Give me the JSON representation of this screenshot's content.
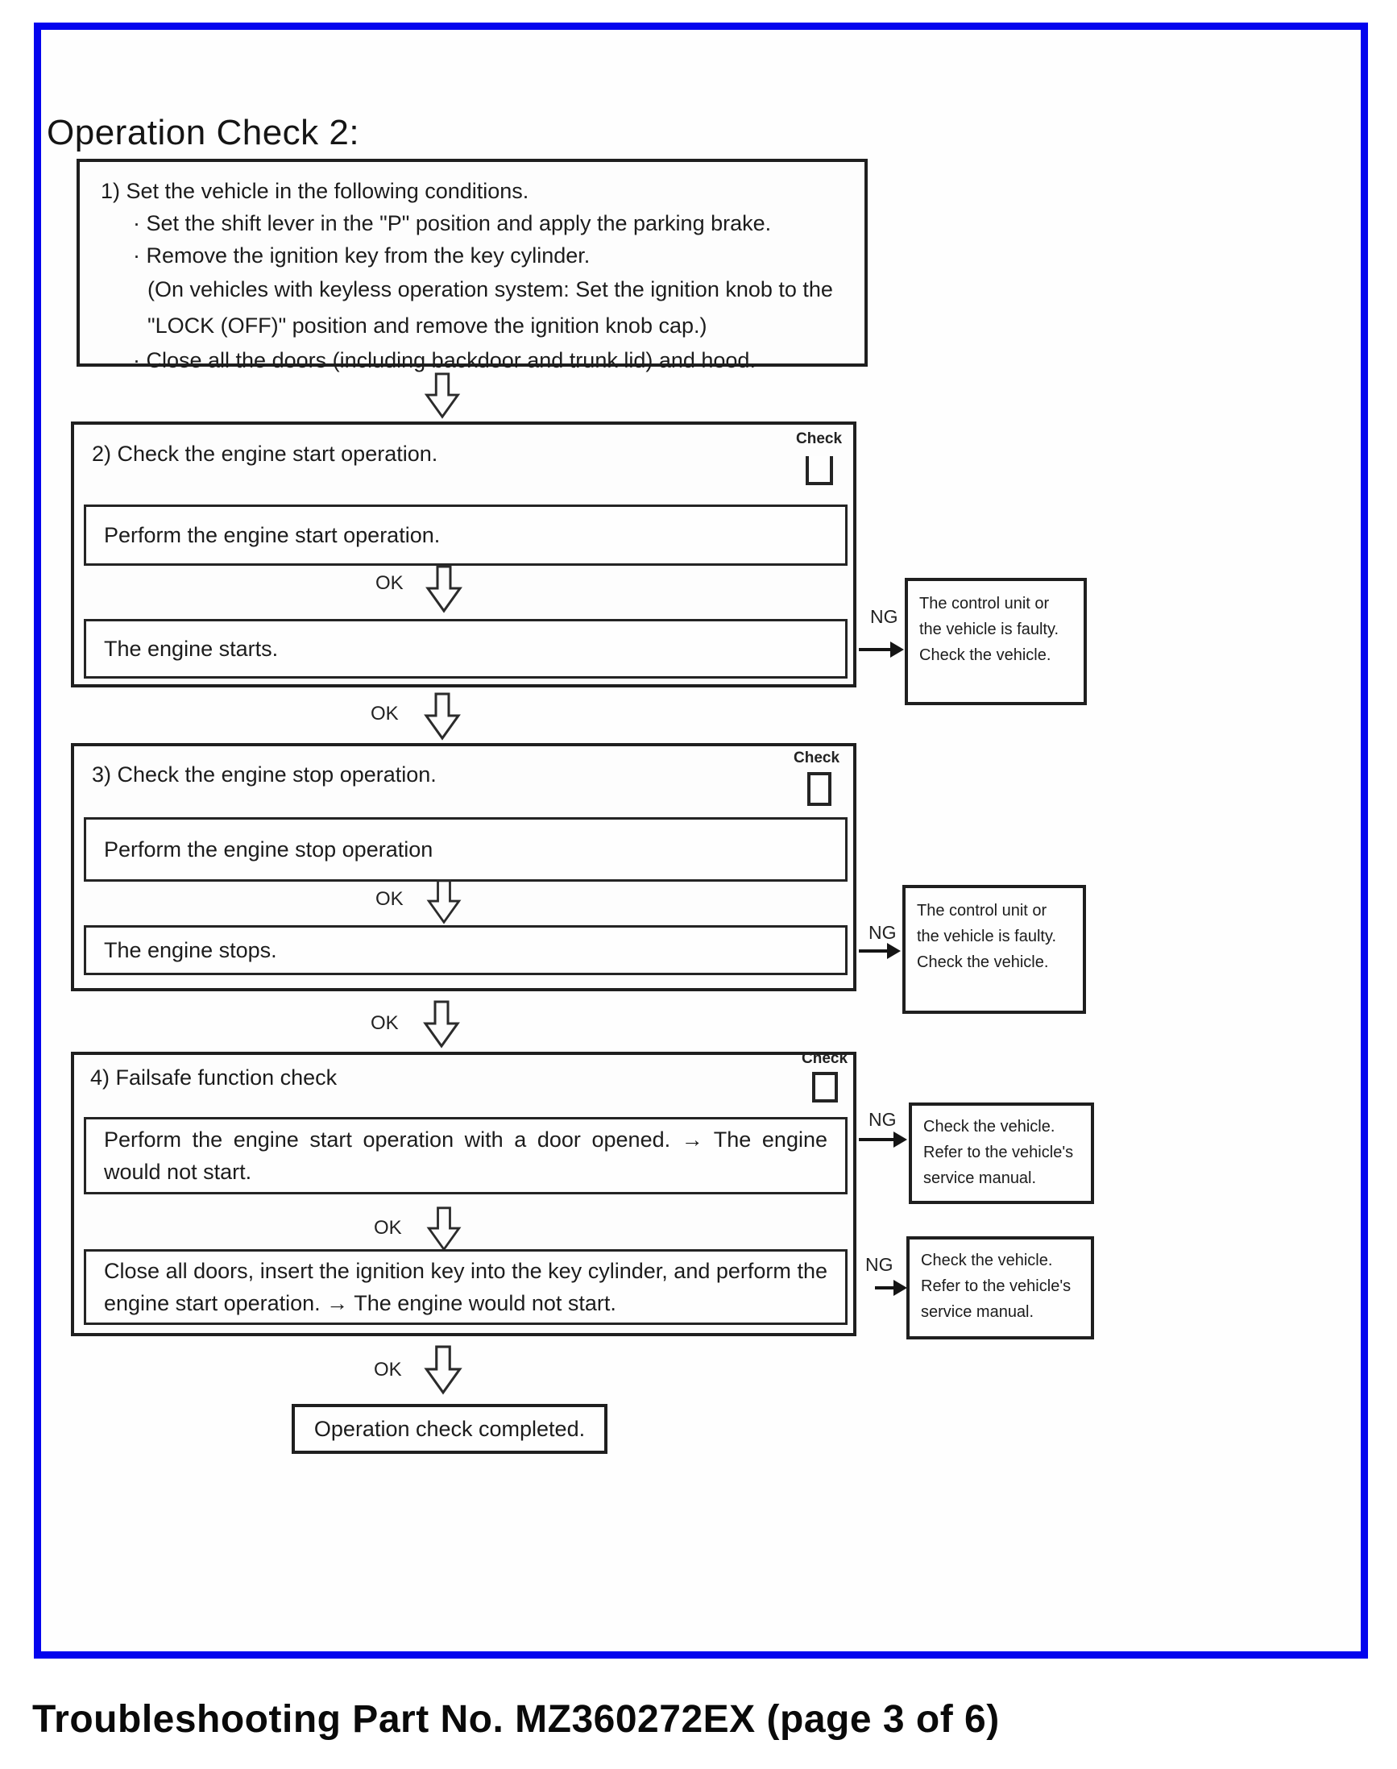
{
  "colors": {
    "frame_blue": "#0404ee",
    "line_black": "#1f1f1f"
  },
  "title": "Operation Check 2:",
  "labels": {
    "ok": "OK",
    "ng": "NG",
    "check": "Check"
  },
  "step1": {
    "heading": "1) Set the vehicle in the following conditions.",
    "bullet1": "· Set the shift lever in the \"P\" position and apply the parking brake.",
    "bullet2": "· Remove the ignition key from the key cylinder.",
    "note": "(On vehicles with keyless operation system: Set the ignition knob to the \"LOCK (OFF)\" position and remove the ignition knob cap.)",
    "bullet3": "· Close all the doors (including backdoor and trunk lid) and hood."
  },
  "step2": {
    "heading": "2) Check the engine start operation.",
    "action": "Perform the engine start operation.",
    "result": "The engine starts.",
    "ng_outcome": "The control unit or the vehicle is faulty.\nCheck the vehicle."
  },
  "step3": {
    "heading": "3) Check the engine stop operation.",
    "action": "Perform the engine stop operation",
    "result": "The engine stops.",
    "ng_outcome": "The control unit or the vehicle is faulty.\nCheck the vehicle."
  },
  "step4": {
    "heading": "4) Failsafe function check",
    "test1": "Perform the engine start operation with a door opened. → The engine would not start.",
    "test1_ng_outcome": "Check the vehicle.\nRefer to the vehicle's\nservice manual.",
    "test2": "Close all doors, insert the ignition key into the key cylinder, and perform the engine start operation. → The engine would not start.",
    "test2_ng_outcome": "Check the vehicle.\nRefer to the vehicle's\nservice manual."
  },
  "completion": "Operation check completed.",
  "footer": "Troubleshooting Part No. MZ360272EX (page 3 of 6)"
}
